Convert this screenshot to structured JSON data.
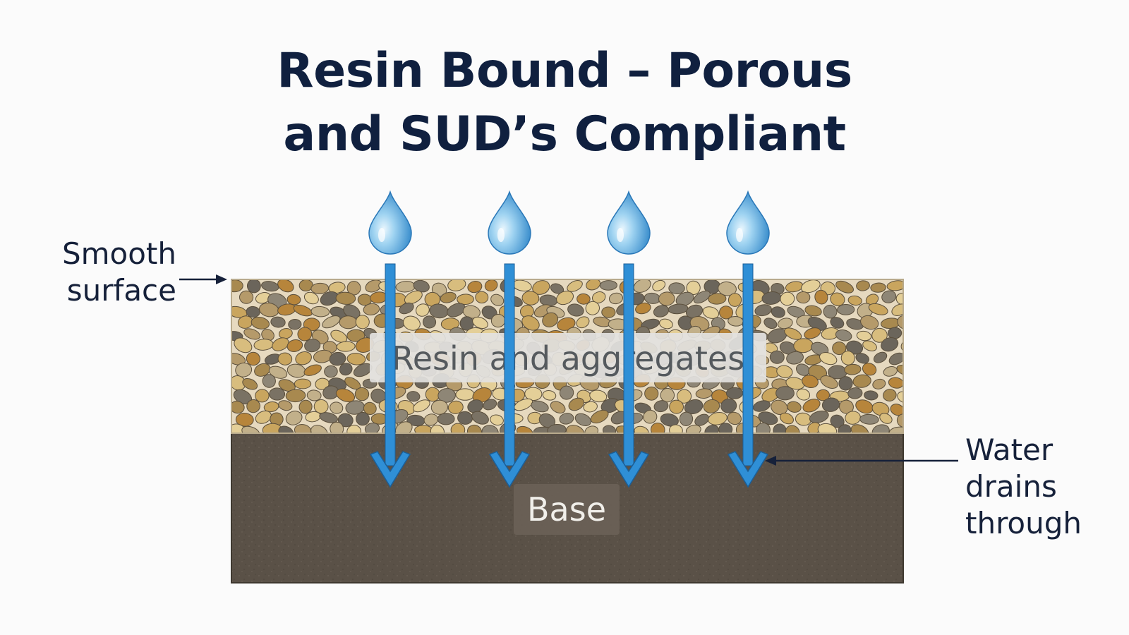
{
  "title": {
    "line1": "Resin Bound – Porous",
    "line2": "and SUD’s Compliant"
  },
  "labels": {
    "smooth_surface": [
      "Smooth",
      "surface"
    ],
    "water_drains": [
      "Water",
      "drains",
      "through"
    ]
  },
  "layers": {
    "aggregate": "Resin and aggregates",
    "base": "Base"
  },
  "icons": {
    "drop": "water-drop-icon",
    "arrow": "down-arrow-icon"
  },
  "colors": {
    "title": "#10203f",
    "arrow": "#2f8fd6",
    "base": "#5a5147",
    "aggregate_bg": "#e6d9bf",
    "drop_light": "#bfe3f7",
    "drop_dark": "#2f86c8"
  }
}
